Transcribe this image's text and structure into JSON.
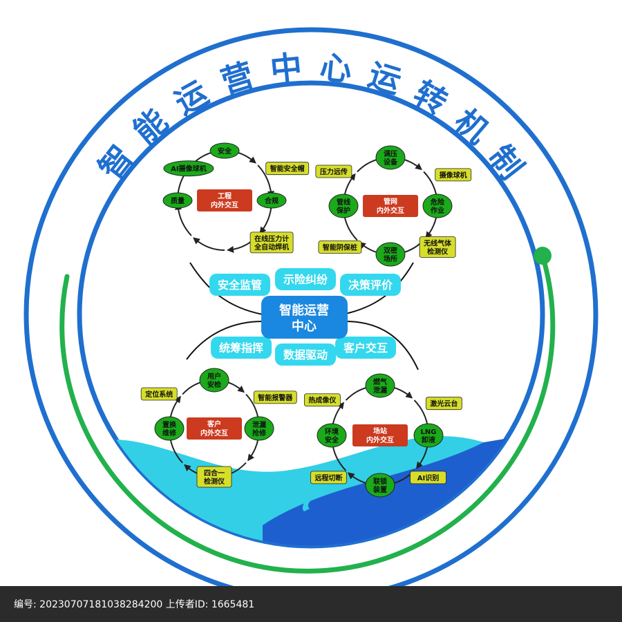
{
  "title": [
    "智",
    "能",
    "运",
    "营",
    "中",
    "心",
    "运",
    "转",
    "机",
    "制"
  ],
  "hub": {
    "line1": "智能运营",
    "line2": "中心"
  },
  "pills": {
    "top_left": "安全监管",
    "top_center": "示险纠纷",
    "top_right": "决策评价",
    "bottom_left": "统筹指挥",
    "bottom_center": "数据驱动",
    "bottom_right": "客户交互"
  },
  "cycles": {
    "top_left": {
      "center": [
        "工程",
        "内外交互"
      ],
      "top": [
        "安全"
      ],
      "top_right": [
        "智能安全帽"
      ],
      "right": [
        "合规"
      ],
      "bottom_right": [
        "在线压力计",
        "全自动焊机"
      ],
      "left": [
        "质量"
      ],
      "top_left": [
        "AI摄像球机"
      ]
    },
    "top_right": {
      "center": [
        "管网",
        "内外交互"
      ],
      "top": [
        "调压",
        "设备"
      ],
      "top_right": [
        "摄像球机"
      ],
      "right": [
        "危险",
        "作业"
      ],
      "bottom_right": [
        "无线气体",
        "检测仪"
      ],
      "bottom": [
        "双密",
        "场所"
      ],
      "bottom_left": [
        "智能阴保桩"
      ],
      "left": [
        "管线",
        "保护"
      ],
      "top_left": [
        "压力远传"
      ]
    },
    "bottom_left": {
      "center": [
        "客户",
        "内外交互"
      ],
      "top": [
        "用户",
        "安检"
      ],
      "top_right": [
        "智能报警器"
      ],
      "right": [
        "泄漏",
        "抢修"
      ],
      "bottom": [
        "四合一",
        "检测仪"
      ],
      "left": [
        "置换",
        "维修"
      ],
      "top_left": [
        "定位系统"
      ]
    },
    "bottom_right": {
      "center": [
        "场站",
        "内外交互"
      ],
      "top": [
        "燃气",
        "泄漏"
      ],
      "top_right": [
        "激光云台"
      ],
      "right": [
        "LNG",
        "卸液"
      ],
      "bottom_right": [
        "AI识别"
      ],
      "bottom": [
        "联锁",
        "装置"
      ],
      "bottom_left": [
        "远程切断"
      ],
      "left": [
        "环境",
        "安全"
      ],
      "top_left": [
        "热成像仪"
      ]
    }
  },
  "footer": "编号: 20230707181038284200  上传者ID: 1665481",
  "colors": {
    "ring_blue": "#1f6fcf",
    "ring_green": "#22b14c",
    "node_green": "#1aaa1a",
    "node_yellow": "#d6de2a",
    "center_red": "#cc3a1f",
    "pill_cyan": "#33d8ee",
    "hub_blue": "#1a88e0",
    "wave_cyan": "#33cfe6",
    "wave_blue": "#1e5fcf"
  }
}
